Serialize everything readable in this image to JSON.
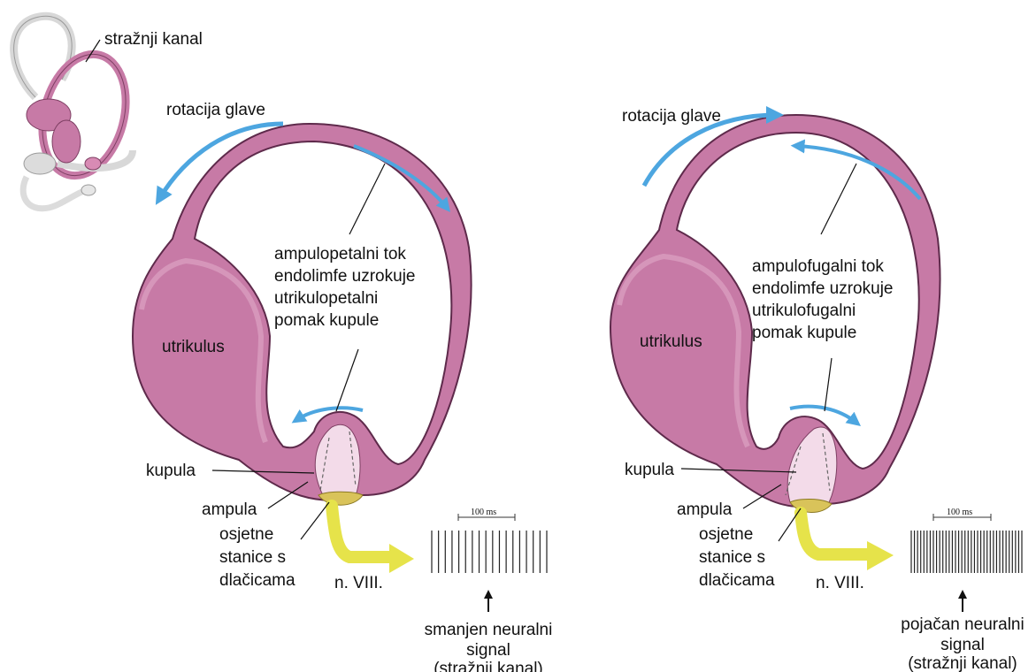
{
  "colors": {
    "membrane_fill": "#c77aa6",
    "membrane_light": "#e0a9c8",
    "membrane_stroke": "#5e2a4b",
    "flow_arrow": "#4da6e0",
    "nerve": "#e6e34a",
    "hair_cells": "#d9c35a",
    "cupula": "#f3dbe9"
  },
  "inset": {
    "label": "stražnji kanal"
  },
  "left_panel": {
    "rotation_label": "rotacija glave",
    "flow_text": [
      "ampulopetalni tok",
      "endolimfe uzrokuje",
      "utrikulopetalni",
      "pomak kupule"
    ],
    "utriculus_label": "utrikulus",
    "cupula_label": "kupula",
    "ampulla_label": "ampula",
    "hair_cells_label": [
      "osjetne",
      "stanice s",
      "dlačicama"
    ],
    "nerve_label": "n. VIII.",
    "timescale_label": "100 ms",
    "signal_text": [
      "smanjen neuralni",
      "signal",
      "(stražnji kanal)"
    ]
  },
  "right_panel": {
    "rotation_label": "rotacija glave",
    "flow_text": [
      "ampulofugalni tok",
      "endolimfe uzrokuje",
      "utrikulofugalni",
      "pomak kupule"
    ],
    "utriculus_label": "utrikulus",
    "cupula_label": "kupula",
    "ampulla_label": "ampula",
    "hair_cells_label": [
      "osjetne",
      "stanice s",
      "dlačicama"
    ],
    "nerve_label": "n. VIII.",
    "timescale_label": "100 ms",
    "signal_text": [
      "pojačan neuralni",
      "signal",
      "(stražnji kanal)"
    ]
  }
}
